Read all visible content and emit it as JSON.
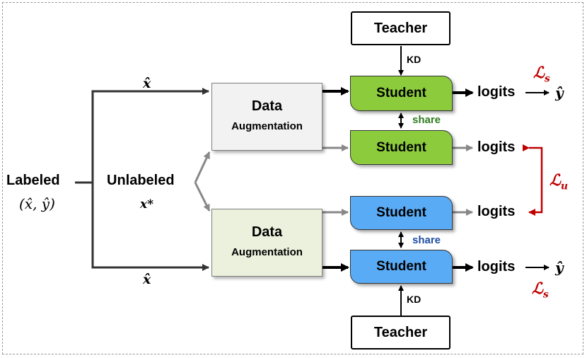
{
  "inputs": {
    "labeled_label": "Labeled",
    "labeled_pair": "(x̂, ŷ)",
    "unlabeled_label": "Unlabeled",
    "unlabeled_var": "x*",
    "xhat_top": "x̂",
    "xhat_bottom": "x̂"
  },
  "augmentation": {
    "top": {
      "title": "Data",
      "subtitle": "Augmentation"
    },
    "bottom": {
      "title": "Data",
      "subtitle": "Augmentation"
    }
  },
  "teachers": {
    "top": "Teacher",
    "bottom": "Teacher"
  },
  "kd": {
    "top": "KD",
    "bottom": "KD"
  },
  "students": {
    "s1": "Student",
    "s2": "Student",
    "s3": "Student",
    "s4": "Student"
  },
  "share": {
    "top": "share",
    "bottom": "share"
  },
  "outputs": {
    "l1": "logits",
    "l2": "logits",
    "l3": "logits",
    "l4": "logits",
    "yhat_top": "ŷ",
    "yhat_bottom": "ŷ"
  },
  "losses": {
    "ls_top": "ℒ",
    "ls_top_sub": "s",
    "lu": "ℒ",
    "lu_sub": "u",
    "ls_bottom": "ℒ",
    "ls_bottom_sub": "s"
  },
  "colors": {
    "student_green": "#8ccc3c",
    "student_blue": "#5aabf5",
    "loss_red": "#c00000",
    "share_green": "#2e7d1e",
    "share_blue": "#1f4fa3"
  }
}
